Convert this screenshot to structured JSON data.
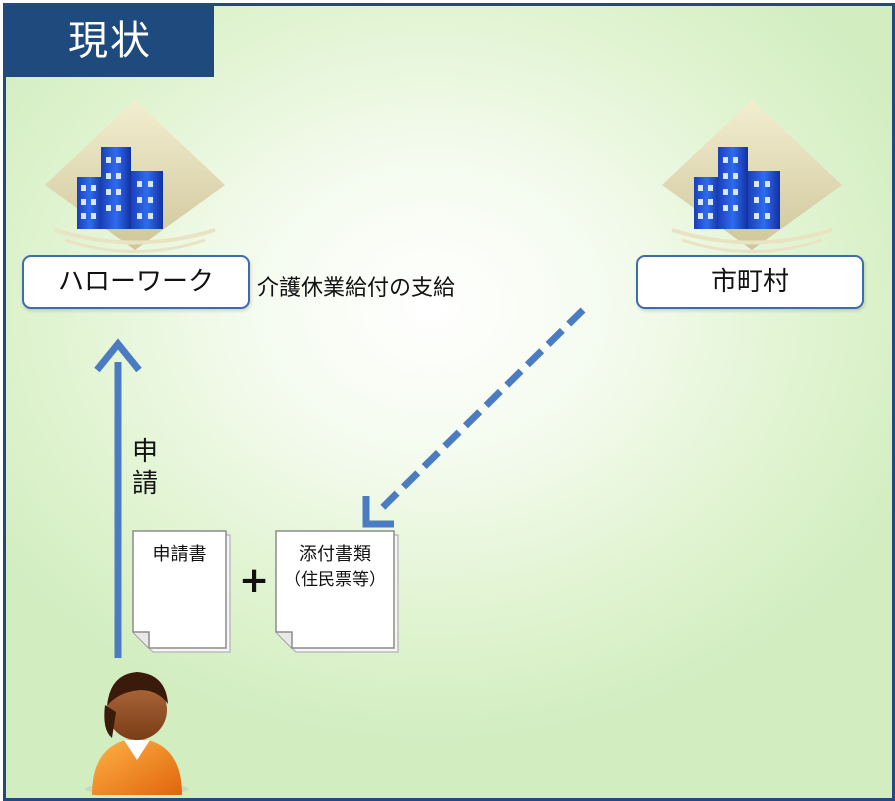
{
  "title": "現状",
  "offices": {
    "hello_work": "ハローワーク",
    "municipality": "市町村"
  },
  "benefit_label": "介護休業給付の支給",
  "application_label": "申請",
  "documents": {
    "application_form": "申請書",
    "plus": "+",
    "attachments_line1": "添付書類",
    "attachments_line2": "（住民票等）"
  },
  "colors": {
    "title_bg": "#1f4a7d",
    "frame": "#234a7e",
    "arrow": "#4b7cc1",
    "background": "#e1f4d2"
  }
}
